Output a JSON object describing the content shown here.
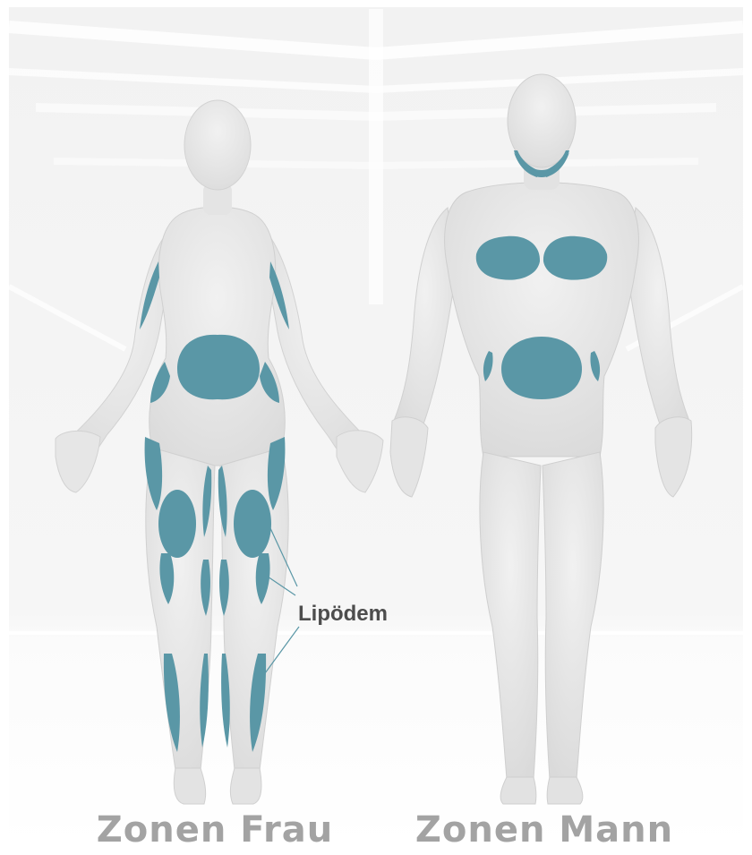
{
  "captions": {
    "female": "Zonen Frau",
    "male": "Zonen Mann"
  },
  "callout": {
    "label": "Lipödem"
  },
  "colors": {
    "zone_fill": "#5a97a6",
    "background": "#f5f5f5",
    "body": "#e7e7e7",
    "caption": "#a3a3a3",
    "callout_text": "#4d4d4d",
    "callout_line": "#5a97a6"
  }
}
